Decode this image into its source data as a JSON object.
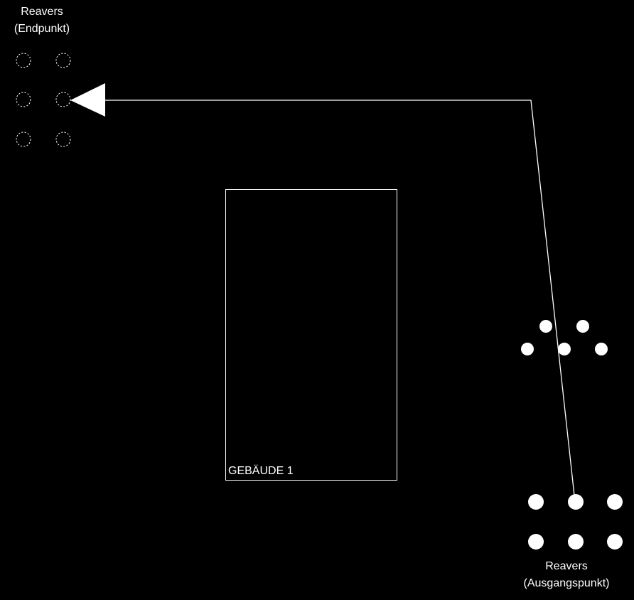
{
  "colors": {
    "background": "#000000",
    "foreground": "#ffffff"
  },
  "endpoint_group": {
    "label_line1": "Reavers",
    "label_line2": "(Endpunkt)",
    "marker_style": "hollow",
    "marker_count": 6
  },
  "start_group": {
    "label_line1": "Reavers",
    "label_line2": "(Ausgangspunkt)",
    "marker_style": "filled",
    "marker_count": 6
  },
  "middle_group": {
    "marker_style": "filled",
    "marker_count": 5
  },
  "building": {
    "label": "GEBÄUDE 1"
  },
  "movement_arrow": {
    "from": "start_group",
    "to": "endpoint_group",
    "head_style": "filled-triangle"
  }
}
